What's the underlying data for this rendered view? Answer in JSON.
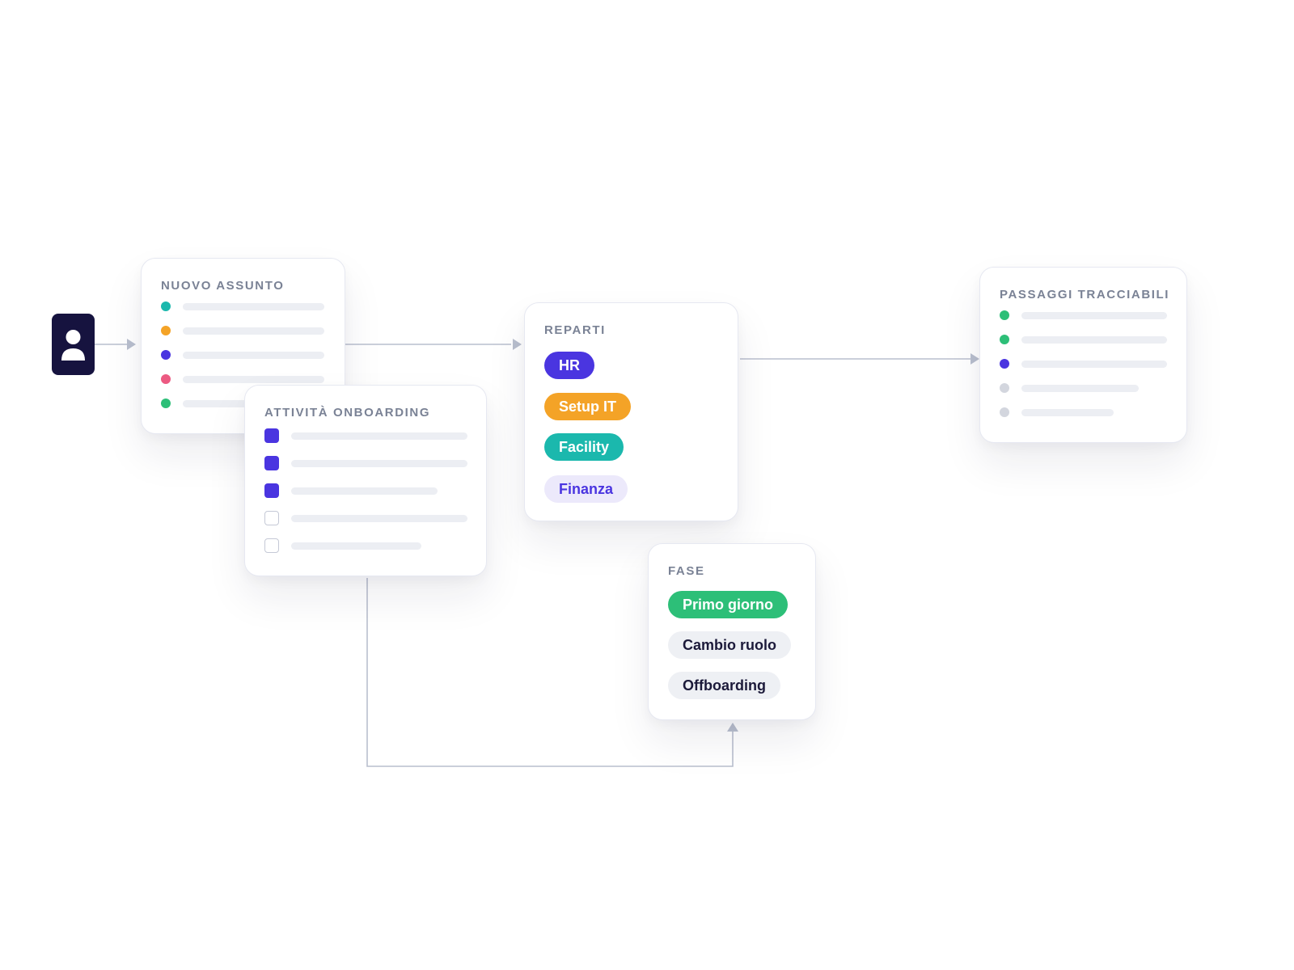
{
  "diagram": {
    "cards": {
      "nuovo_assunto": {
        "title": "NUOVO ASSUNTO",
        "items": [
          {
            "status": "teal",
            "color": "#1bb8ad"
          },
          {
            "status": "orange",
            "color": "#f4a327"
          },
          {
            "status": "purple",
            "color": "#4a35e0"
          },
          {
            "status": "pink",
            "color": "#ec5a82"
          },
          {
            "status": "green",
            "color": "#2dbf78"
          }
        ]
      },
      "attivita_onboarding": {
        "title": "ATTIVITÀ ONBOARDING",
        "tasks": [
          {
            "checked": true
          },
          {
            "checked": true
          },
          {
            "checked": true
          },
          {
            "checked": false
          },
          {
            "checked": false
          }
        ]
      },
      "reparti": {
        "title": "REPARTI",
        "chips": [
          {
            "label": "HR",
            "bg": "#4a35e0",
            "fg": "#ffffff"
          },
          {
            "label": "Setup IT",
            "bg": "#f4a327",
            "fg": "#ffffff"
          },
          {
            "label": "Facility",
            "bg": "#1bb8ad",
            "fg": "#ffffff"
          },
          {
            "label": "Finanza",
            "bg": "#ece9fb",
            "fg": "#4a35e0"
          }
        ]
      },
      "fase": {
        "title": "FASE",
        "chips": [
          {
            "label": "Primo giorno",
            "bg": "#2dbf78",
            "fg": "#ffffff"
          },
          {
            "label": "Cambio ruolo",
            "bg": "#eef0f4",
            "fg": "#1c1a3a"
          },
          {
            "label": "Offboarding",
            "bg": "#eef0f4",
            "fg": "#1c1a3a"
          }
        ]
      },
      "passaggi_tracciabili": {
        "title": "PASSAGGI TRACCIABILI",
        "items": [
          {
            "status": "green",
            "color": "#2dbf78"
          },
          {
            "status": "green",
            "color": "#2dbf78"
          },
          {
            "status": "purple",
            "color": "#4a35e0"
          },
          {
            "status": "grey",
            "color": "#d3d6de"
          },
          {
            "status": "grey",
            "color": "#d3d6de"
          }
        ]
      }
    },
    "avatar_icon": "person-icon",
    "colors": {
      "connector": "#b9bfce",
      "placeholder_bar": "#eceef3",
      "avatar_bg": "#16133f",
      "title_text": "#7a8295"
    }
  }
}
